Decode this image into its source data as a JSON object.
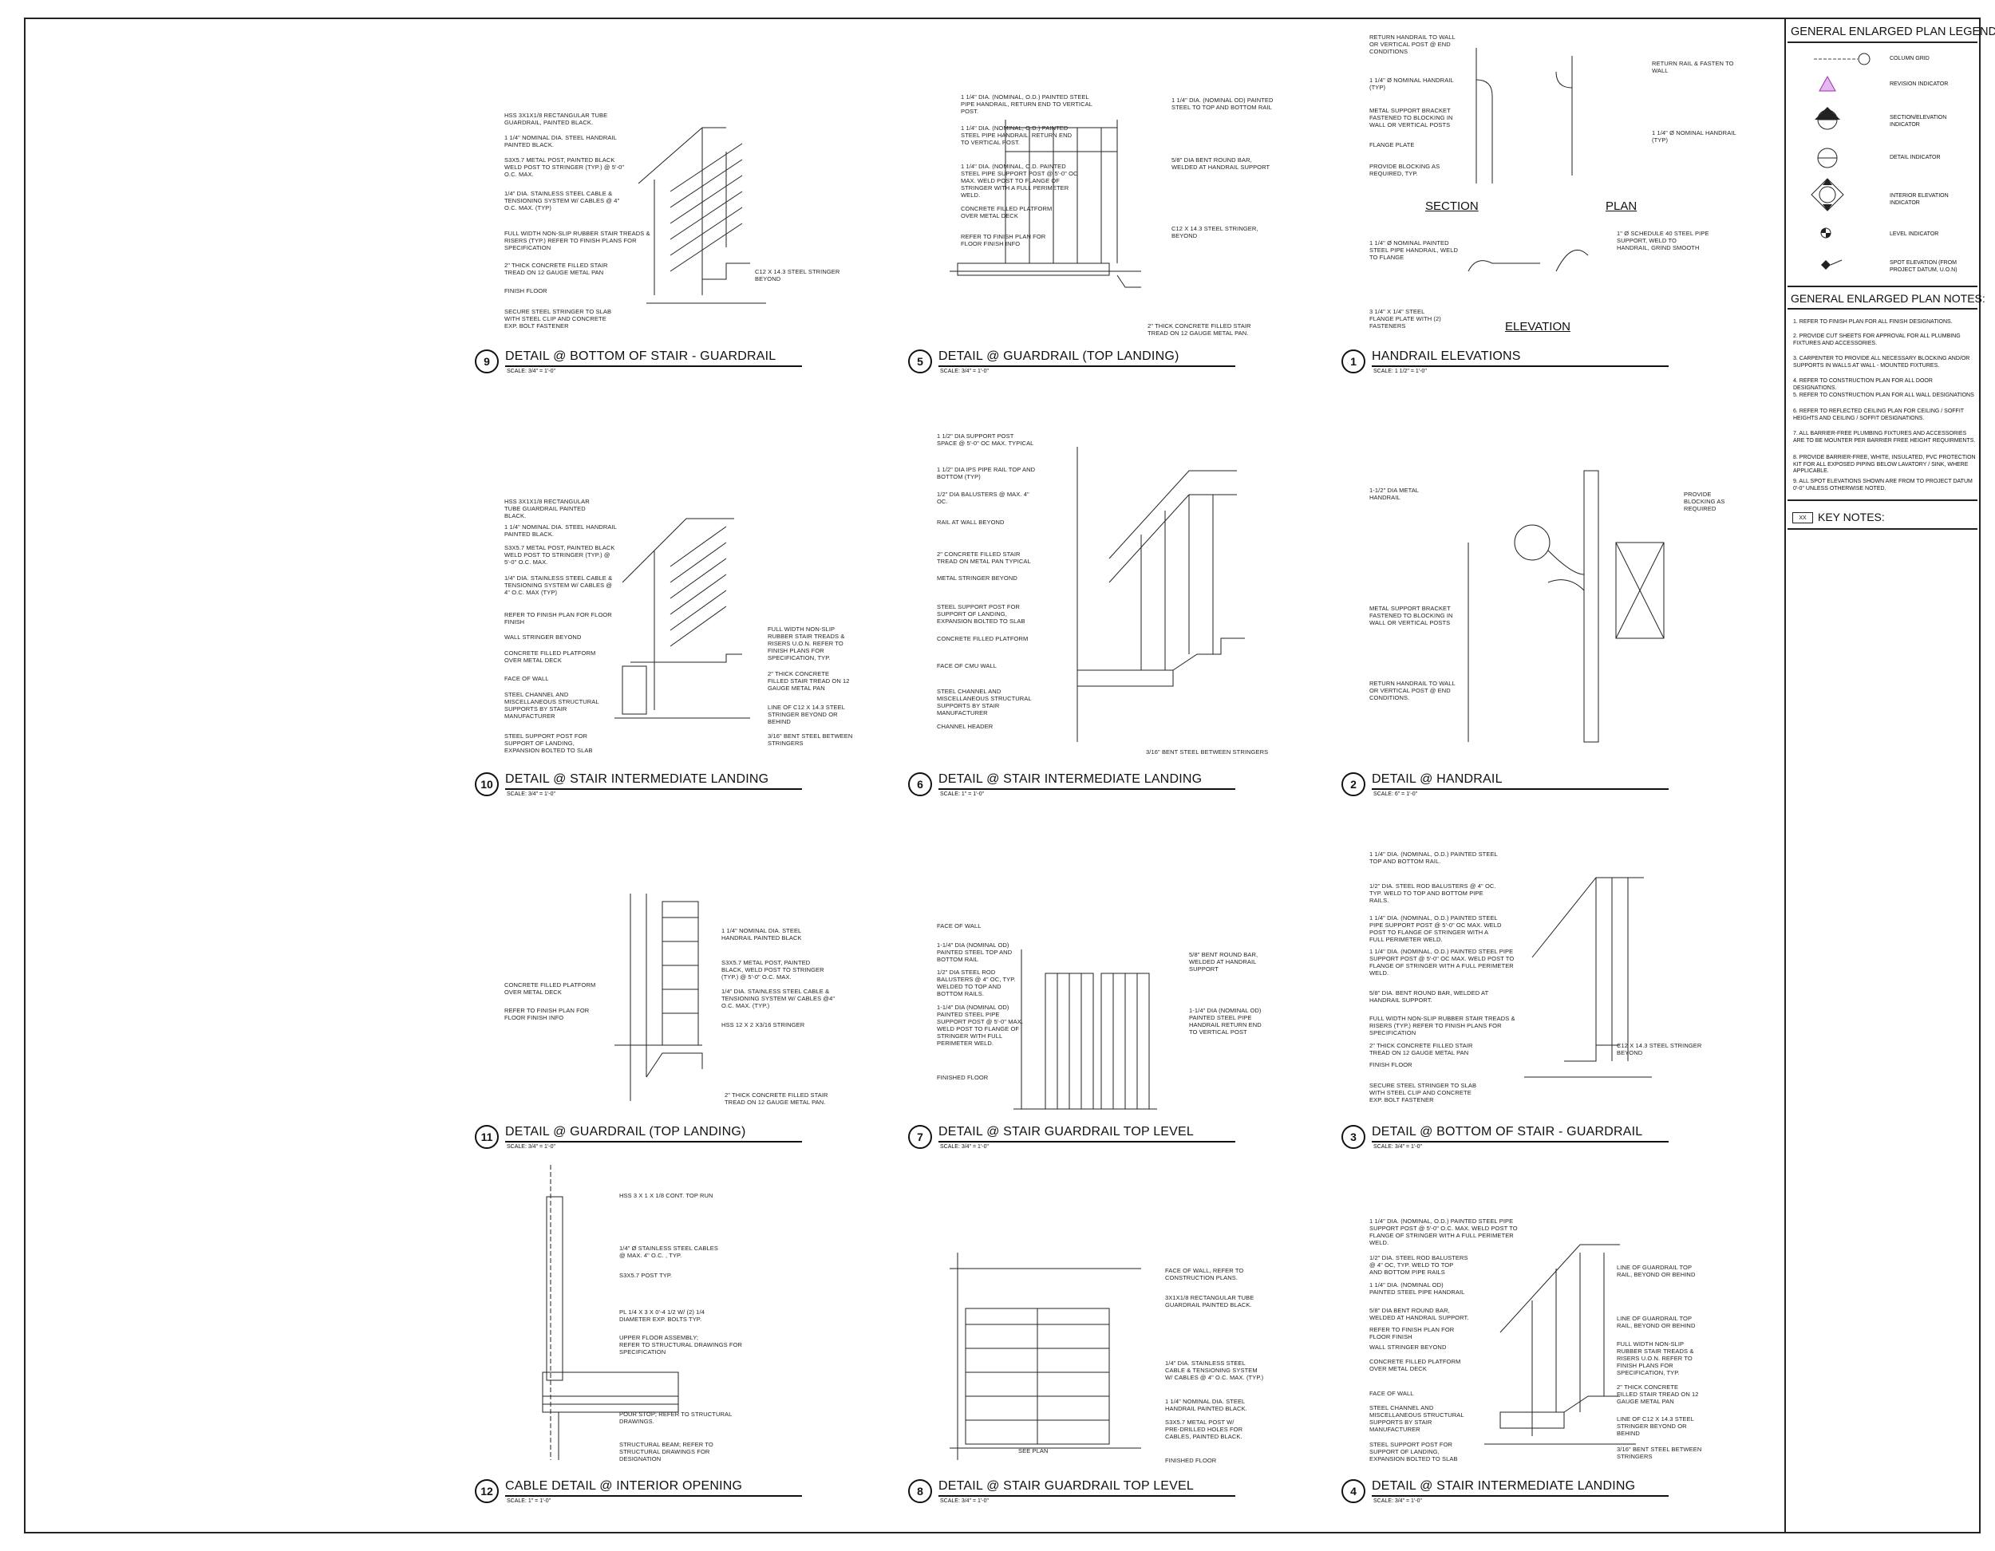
{
  "details": [
    {
      "number": "9",
      "title": "DETAIL @ BOTTOM OF STAIR - GUARDRAIL",
      "scale": "SCALE: 3/4\" = 1'-0\""
    },
    {
      "number": "5",
      "title": "DETAIL @ GUARDRAIL (TOP LANDING)",
      "scale": "SCALE: 3/4\" = 1'-0\""
    },
    {
      "number": "1",
      "title": "HANDRAIL ELEVATIONS",
      "scale": "SCALE: 1 1/2\" = 1'-0\""
    },
    {
      "number": "10",
      "title": "DETAIL @ STAIR INTERMEDIATE LANDING",
      "scale": "SCALE: 3/4\" = 1'-0\""
    },
    {
      "number": "6",
      "title": "DETAIL @ STAIR INTERMEDIATE LANDING",
      "scale": "SCALE: 1\" = 1'-0\""
    },
    {
      "number": "2",
      "title": "DETAIL @ HANDRAIL",
      "scale": "SCALE: 6\" = 1'-0\""
    },
    {
      "number": "11",
      "title": "DETAIL @ GUARDRAIL (TOP LANDING)",
      "scale": "SCALE: 3/4\" = 1'-0\""
    },
    {
      "number": "7",
      "title": "DETAIL @ STAIR GUARDRAIL TOP LEVEL",
      "scale": "SCALE: 3/4\" = 1'-0\""
    },
    {
      "number": "3",
      "title": "DETAIL @ BOTTOM OF STAIR - GUARDRAIL",
      "scale": "SCALE: 3/4\" = 1'-0\""
    },
    {
      "number": "12",
      "title": "CABLE DETAIL @ INTERIOR OPENING",
      "scale": "SCALE: 1\" = 1'-0\""
    },
    {
      "number": "8",
      "title": "DETAIL @ STAIR GUARDRAIL TOP LEVEL",
      "scale": "SCALE: 3/4\" = 1'-0\""
    },
    {
      "number": "4",
      "title": "DETAIL @ STAIR INTERMEDIATE LANDING",
      "scale": "SCALE: 3/4\" = 1'-0\""
    }
  ],
  "callouts": {
    "d9": [
      "HSS 3X1X1/8 RECTANGULAR TUBE\nGUARDRAIL, PAINTED BLACK.",
      "1 1/4\" NOMINAL DIA. STEEL HANDRAIL\nPAINTED BLACK.",
      "S3X5.7 METAL POST, PAINTED BLACK\nWELD POST TO STRINGER (TYP.) @ 5'-0\"\nO.C. MAX.",
      "1/4\" DIA. STAINLESS STEEL CABLE &\nTENSIONING SYSTEM W/ CABLES @ 4\"\nO.C. MAX. (TYP)",
      "FULL WIDTH NON-SLIP RUBBER STAIR TREADS &\nRISERS (TYP.) REFER TO FINISH PLANS FOR\nSPECIFICATION",
      "2\" THICK CONCRETE FILLED STAIR\nTREAD ON 12 GAUGE METAL PAN",
      "FINISH FLOOR",
      "SECURE STEEL STRINGER TO SLAB\nWITH STEEL CLIP AND CONCRETE\nEXP. BOLT FASTENER",
      "C12 X 14.3 STEEL STRINGER\nBEYOND"
    ],
    "d5": [
      "1 1/4\" DIA. (NOMINAL, O.D.) PAINTED STEEL\nPIPE HANDRAIL, RETURN END TO VERTICAL\nPOST.",
      "1 1/4\" DIA. (NOMINAL, O.D.) PAINTED\nSTEEL PIPE HANDRAIL, RETURN END\nTO VERTICAL POST.",
      "1 1/4\" DIA. (NOMINAL, O.D. PAINTED\nSTEEL PIPE SUPPORT POST @ 5'-0\" OC\nMAX. WELD POST TO FLANGE OF\nSTRINGER WITH A FULL PERIMETER\nWELD.",
      "CONCRETE FILLED PLATFORM\nOVER METAL DECK",
      "REFER TO FINISH PLAN FOR\nFLOOR FINISH INFO",
      "1 1/4\" DIA. (NOMINAL OD) PAINTED\nSTEEL TO TOP AND BOTTOM RAIL",
      "5/8\" DIA BENT ROUND BAR,\nWELDED AT HANDRAIL SUPPORT",
      "C12 X 14.3 STEEL STRINGER,\nBEYOND",
      "2\" THICK CONCRETE FILLED STAIR\nTREAD ON 12 GAUGE METAL PAN."
    ],
    "d1": [
      "RETURN HANDRAIL TO WALL\nOR VERTICAL POST @ END\nCONDITIONS",
      "1 1/4\" Ø NOMINAL HANDRAIL\n(TYP)",
      "METAL SUPPORT BRACKET\nFASTENED TO BLOCKING IN\nWALL OR VERTICAL POSTS",
      "FLANGE PLATE",
      "PROVIDE BLOCKING AS\nREQUIRED, TYP.",
      "RETURN RAIL & FASTEN TO\nWALL",
      "1 1/4\" Ø NOMINAL HANDRAIL\n(TYP)",
      "1\" Ø SCHEDULE 40 STEEL PIPE\nSUPPORT, WELD TO\nHANDRAIL, GRIND SMOOTH",
      "1 1/4\" Ø NOMINAL PAINTED\nSTEEL PIPE HANDRAIL, WELD\nTO FLANGE",
      "3 1/4\" X 1/4\" STEEL\nFLANGE PLATE WITH (2)\nFASTENERS"
    ],
    "d1_labels": [
      "SECTION",
      "PLAN",
      "ELEVATION"
    ],
    "d10": [
      "HSS 3X1X1/8 RECTANGULAR\nTUBE GUARDRAIL PAINTED\nBLACK.",
      "1 1/4\" NOMINAL DIA. STEEL HANDRAIL\nPAINTED BLACK.",
      "S3X5.7 METAL POST, PAINTED BLACK\nWELD POST TO STRINGER (TYP.) @\n5'-0\" O.C. MAX.",
      "1/4\" DIA. STAINLESS STEEL CABLE &\nTENSIONING SYSTEM W/ CABLES @\n4\" O.C. MAX (TYP)",
      "REFER TO FINISH PLAN FOR FLOOR\nFINISH",
      "WALL STRINGER BEYOND",
      "CONCRETE FILLED PLATFORM\nOVER METAL DECK",
      "FACE OF WALL",
      "STEEL CHANNEL AND\nMISCELLANEOUS STRUCTURAL\nSUPPORTS BY STAIR\nMANUFACTURER",
      "STEEL SUPPORT POST FOR\nSUPPORT OF LANDING,\nEXPANSION BOLTED TO SLAB",
      "FULL WIDTH NON-SLIP\nRUBBER STAIR TREADS &\nRISERS U.O.N. REFER TO\nFINISH PLANS FOR\nSPECIFICATION, TYP.",
      "2\" THICK CONCRETE\nFILLED STAIR TREAD ON 12\nGAUGE METAL PAN",
      "LINE OF C12 X 14.3 STEEL\nSTRINGER BEYOND OR\nBEHIND",
      "3/16\" BENT STEEL BETWEEN\nSTRINGERS"
    ],
    "d6": [
      "1 1/2\" DIA SUPPORT POST\nSPACE @ 5'-0\" OC MAX. TYPICAL",
      "1 1/2\" DIA IPS PIPE RAIL TOP AND\nBOTTOM (TYP)",
      "1/2\" DIA BALUSTERS @ MAX. 4\"\nOC.",
      "RAIL AT WALL BEYOND",
      "2\" CONCRETE FILLED STAIR\nTREAD ON METAL PAN TYPICAL",
      "METAL STRINGER BEYOND",
      "STEEL SUPPORT POST FOR\nSUPPORT OF LANDING,\nEXPANSION BOLTED TO SLAB",
      "CONCRETE FILLED PLATFORM",
      "FACE OF CMU WALL",
      "STEEL CHANNEL AND\nMISCELLANEOUS STRUCTURAL\nSUPPORTS BY STAIR\nMANUFACTURER",
      "CHANNEL HEADER",
      "3/16\" BENT STEEL BETWEEN STRINGERS"
    ],
    "d2": [
      "1-1/2\" DIA METAL\nHANDRAIL",
      "METAL SUPPORT BRACKET\nFASTENED TO BLOCKING IN\nWALL OR VERTICAL POSTS",
      "RETURN HANDRAIL TO WALL\nOR VERTICAL POST @ END\nCONDITIONS.",
      "PROVIDE\nBLOCKING AS\nREQUIRED"
    ],
    "d11": [
      "CONCRETE FILLED PLATFORM\nOVER METAL DECK",
      "REFER TO FINISH PLAN FOR\nFLOOR FINISH INFO",
      "1 1/4\" NOMINAL DIA. STEEL\nHANDRAIL PAINTED BLACK",
      "S3X5.7 METAL POST, PAINTED\nBLACK, WELD POST TO STRINGER\n(TYP.) @ 5'-0\" O.C. MAX.",
      "1/4\" DIA. STAINLESS STEEL CABLE &\nTENSIONING SYSTEM W/ CABLES @4\"\nO.C. MAX. (TYP.)",
      "HSS 12 X 2 X3/16 STRINGER",
      "2\" THICK CONCRETE FILLED STAIR\nTREAD ON 12 GAUGE METAL PAN."
    ],
    "d7": [
      "FACE OF WALL",
      "1-1/4\" DIA (NOMINAL OD)\nPAINTED STEEL TOP AND\nBOTTOM RAIL",
      "1/2\" DIA STEEL ROD\nBALUSTERS @ 4\" OC, TYP.\nWELDED TO TOP AND\nBOTTOM RAILS.",
      "1-1/4\" DIA (NOMINAL OD)\nPAINTED STEEL PIPE\nSUPPORT POST @ 5'-0\" MAX.\nWELD POST TO FLANGE OF\nSTRINGER WITH FULL\nPERIMETER WELD.",
      "FINISHED FLOOR",
      "5/8\" BENT ROUND BAR,\nWELDED AT HANDRAIL\nSUPPORT",
      "1-1/4\" DIA (NOMINAL OD)\nPAINTED STEEL PIPE\nHANDRAIL RETURN END\nTO VERTICAL POST"
    ],
    "d3": [
      "1 1/4\" DIA. (NOMINAL, O.D.) PAINTED STEEL\nTOP AND BOTTOM RAIL.",
      "1/2\" DIA. STEEL ROD BALUSTERS @ 4\" OC.\nTYP. WELD TO TOP AND BOTTOM PIPE\nRAILS.",
      "1 1/4\" DIA. (NOMINAL, O.D.) PAINTED STEEL\nPIPE SUPPORT POST @ 5'-0\" OC MAX. WELD\nPOST TO FLANGE OF STRINGER WITH A\nFULL PERIMETER WELD.",
      "1 1/4\" DIA. (NOMINAL, O.D.) PAINTED STEEL PIPE\nSUPPORT POST @ 5'-0\" OC MAX. WELD POST TO\nFLANGE OF STRINGER WITH A FULL PERIMETER\nWELD.",
      "5/8\" DIA. BENT ROUND BAR, WELDED AT\nHANDRAIL SUPPORT.",
      "FULL WIDTH NON-SLIP RUBBER STAIR TREADS &\nRISERS (TYP.) REFER TO FINISH PLANS FOR\nSPECIFICATION",
      "2\" THICK CONCRETE FILLED STAIR\nTREAD ON 12 GAUGE METAL PAN",
      "FINISH FLOOR",
      "SECURE STEEL STRINGER TO SLAB\nWITH STEEL CLIP AND CONCRETE\nEXP. BOLT FASTENER",
      "C12 X 14.3 STEEL STRINGER\nBEYOND"
    ],
    "d12": [
      "HSS 3 X 1 X 1/8 CONT. TOP RUN",
      "1/4\" Ø STAINLESS STEEL CABLES\n@ MAX. 4\" O.C. , TYP.",
      "S3X5.7 POST TYP.",
      "PL 1/4 X 3 X 0'-4 1/2 W/ (2) 1/4\nDIAMETER EXP. BOLTS TYP.",
      "UPPER FLOOR ASSEMBLY;\nREFER TO STRUCTURAL DRAWINGS FOR\nSPECIFICATION",
      "POUR STOP; REFER TO STRUCTURAL\nDRAWINGS.",
      "STRUCTURAL BEAM; REFER TO\nSTRUCTURAL DRAWINGS FOR\nDESIGNATION"
    ],
    "d8": [
      "FACE OF WALL, REFER TO\nCONSTRUCTION PLANS.",
      "3X1X1/8 RECTANGULAR TUBE\nGUARDRAIL PAINTED BLACK.",
      "1/4\" DIA. STAINLESS STEEL\nCABLE & TENSIONING SYSTEM\nW/ CABLES @ 4\" O.C. MAX. (TYP.)",
      "1 1/4\" NOMINAL DIA. STEEL\nHANDRAIL PAINTED BLACK.",
      "S3X5.7 METAL POST W/\nPRE-DRILLED HOLES FOR\nCABLES, PAINTED BLACK.",
      "FINISHED FLOOR",
      "SEE PLAN"
    ],
    "d4": [
      "1 1/4\" DIA. (NOMINAL, O.D.) PAINTED STEEL PIPE\nSUPPORT POST @ 5'-0\" o.c. MAX. WELD POST TO\nFLANGE OF STRINGER WITH A FULL PERIMETER\nWELD.",
      "1/2\" DIA. STEEL ROD BALUSTERS\n@ 4\" OC, TYP. WELD TO TOP\nAND BOTTOM PIPE RAILS",
      "1 1/4\" DIA. (NOMINAL OD)\nPAINTED STEEL PIPE HANDRAIL",
      "5/8\" DIA BENT ROUND BAR,\nWELDED AT HANDRAIL SUPPORT.",
      "REFER TO FINISH PLAN FOR\nFLOOR FINISH",
      "WALL STRINGER BEYOND",
      "CONCRETE FILLED PLATFORM\nOVER METAL DECK",
      "FACE OF WALL",
      "STEEL CHANNEL AND\nMISCELLANEOUS STRUCTURAL\nSUPPORTS BY STAIR\nMANUFACTURER",
      "STEEL SUPPORT POST FOR\nSUPPORT OF LANDING,\nEXPANSION BOLTED TO SLAB",
      "LINE OF GUARDRAIL TOP\nRAIL, BEYOND OR BEHIND",
      "LINE OF GUARDRAIL TOP\nRAIL, BEYOND OR BEHIND",
      "FULL WIDTH NON-SLIP\nRUBBER STAIR TREADS &\nRISERS U.O.N. REFER TO\nFINISH PLANS FOR\nSPECIFICATION, TYP.",
      "2\" THICK CONCRETE\nFILLED STAIR TREAD ON 12\nGAUGE METAL PAN",
      "LINE OF C12 X 14.3 STEEL\nSTRINGER BEYOND OR\nBEHIND",
      "3/16\" BENT STEEL BETWEEN\nSTRINGERS"
    ]
  },
  "legend": {
    "title": "GENERAL ENLARGED PLAN LEGEND:",
    "items": [
      {
        "icon": "column-grid-icon",
        "label": "COLUMN GRID"
      },
      {
        "icon": "revision-triangle-icon",
        "label": "REVISION INDICATOR"
      },
      {
        "icon": "section-elevation-icon",
        "label": "SECTION/ELEVATION INDICATOR"
      },
      {
        "icon": "detail-circle-icon",
        "label": "DETAIL INDICATOR"
      },
      {
        "icon": "interior-elevation-icon",
        "label": "INTERIOR ELEVATION INDICATOR"
      },
      {
        "icon": "level-indicator-icon",
        "label": "LEVEL INDICATOR"
      },
      {
        "icon": "spot-elevation-icon",
        "label": "SPOT ELEVATION\n(FROM PROJECT DATUM, U.O.N)"
      }
    ],
    "revision_color": "#9b2fae"
  },
  "notes": {
    "title": "GENERAL ENLARGED PLAN NOTES:",
    "items": [
      "1.  REFER TO FINISH PLAN FOR ALL FINISH DESIGNATIONS.",
      "2.  PROVIDE CUT SHEETS FOR APPROVAL FOR ALL PLUMBING FIXTURES AND ACCESSORIES.",
      "3.  CARPENTER TO PROVIDE ALL NECESSARY BLOCKING AND/OR SUPPORTS IN WALLS AT WALL - MOUNTED FIXTURES.",
      "4.  REFER TO CONSTRUCTION PLAN FOR ALL DOOR DESIGNATIONS.",
      "5.  REFER TO CONSTRUCTION PLAN FOR ALL WALL DESIGNATIONS",
      "6.  REFER TO REFLECTED CEILING PLAN FOR CEILING / SOFFIT HEIGHTS AND CEILING / SOFFIT DESIGNATIONS.",
      "7.  ALL BARRIER-FREE PLUMBING FIXTURES AND ACCESSORIES ARE  TO BE MOUNTER PER BARRIER FREE HEIGHT REQUIRMENTS.",
      "8.  PROVIDE BARRIER-FREE, WHITE, INSULATED, PVC PROTECTION KIT FOR ALL EXPOSED PIPING BELOW LAVATORY / SINK, WHERE  APPLICABLE.",
      "9.  ALL SPOT ELEVATIONS SHOWN ARE FROM TO PROJECT DATUM 0'-0\" UNLESS OTHERWISE NOTED."
    ]
  },
  "key_notes": {
    "tag": "XX",
    "title": "KEY NOTES:"
  }
}
